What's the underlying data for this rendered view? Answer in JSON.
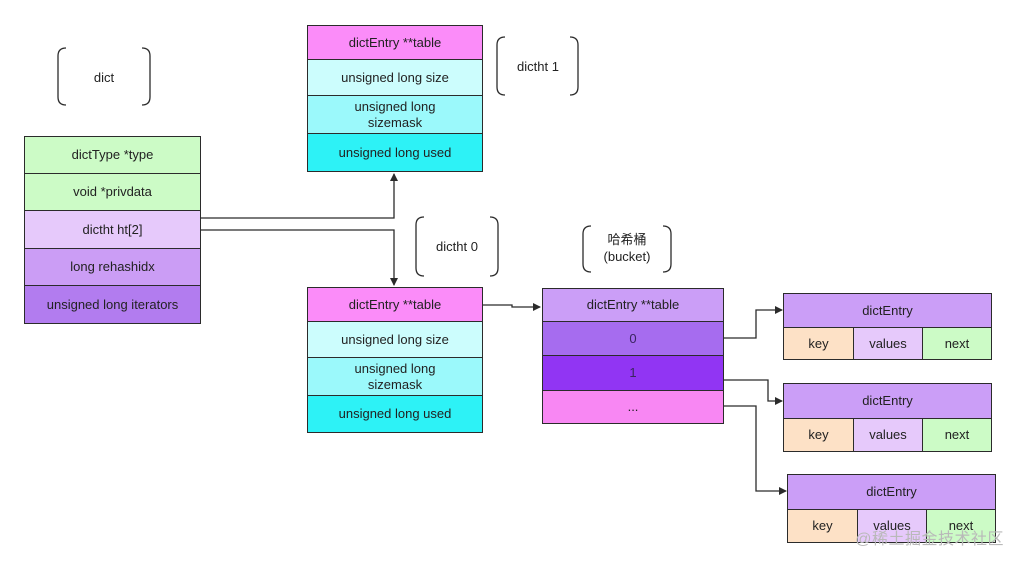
{
  "dict": {
    "label": "dict",
    "fields": [
      "dictType *type",
      "void *privdata",
      "dictht ht[2]",
      "long rehashidx",
      "unsigned long iterators"
    ]
  },
  "dictht_1": {
    "label": "dictht 1",
    "fields": [
      "dictEntry **table",
      "unsigned long size",
      "unsigned long sizemask",
      "unsigned long used"
    ]
  },
  "dictht_0": {
    "label": "dictht 0",
    "fields": [
      "dictEntry **table",
      "unsigned long size",
      "unsigned long sizemask",
      "unsigned long used"
    ]
  },
  "bucket": {
    "label": "哈希桶\n(bucket)",
    "fields": [
      "dictEntry **table",
      "0",
      "1",
      "..."
    ]
  },
  "entries": [
    {
      "title": "dictEntry",
      "key": "key",
      "values": "values",
      "next": "next"
    },
    {
      "title": "dictEntry",
      "key": "key",
      "values": "values",
      "next": "next"
    },
    {
      "title": "dictEntry",
      "key": "key",
      "values": "values",
      "next": "next"
    }
  ],
  "watermark": "@稀土掘金技术社区",
  "colors": {
    "green": "#ccfbc6",
    "lavender": "#e6c9fb",
    "purple_mid": "#cb9df5",
    "purple_dark": "#b27cef",
    "pink": "#fb8cf9",
    "cyan_light": "#ccfdfd",
    "cyan_mid": "#9bf9fb",
    "cyan": "#2df2f6",
    "bucket_head": "#cb9ef7",
    "bucket_0": "#a66cef",
    "bucket_1": "#9135f3",
    "bucket_more": "#f887f3",
    "peach": "#fde1c6",
    "line": "#2b2b2b"
  }
}
